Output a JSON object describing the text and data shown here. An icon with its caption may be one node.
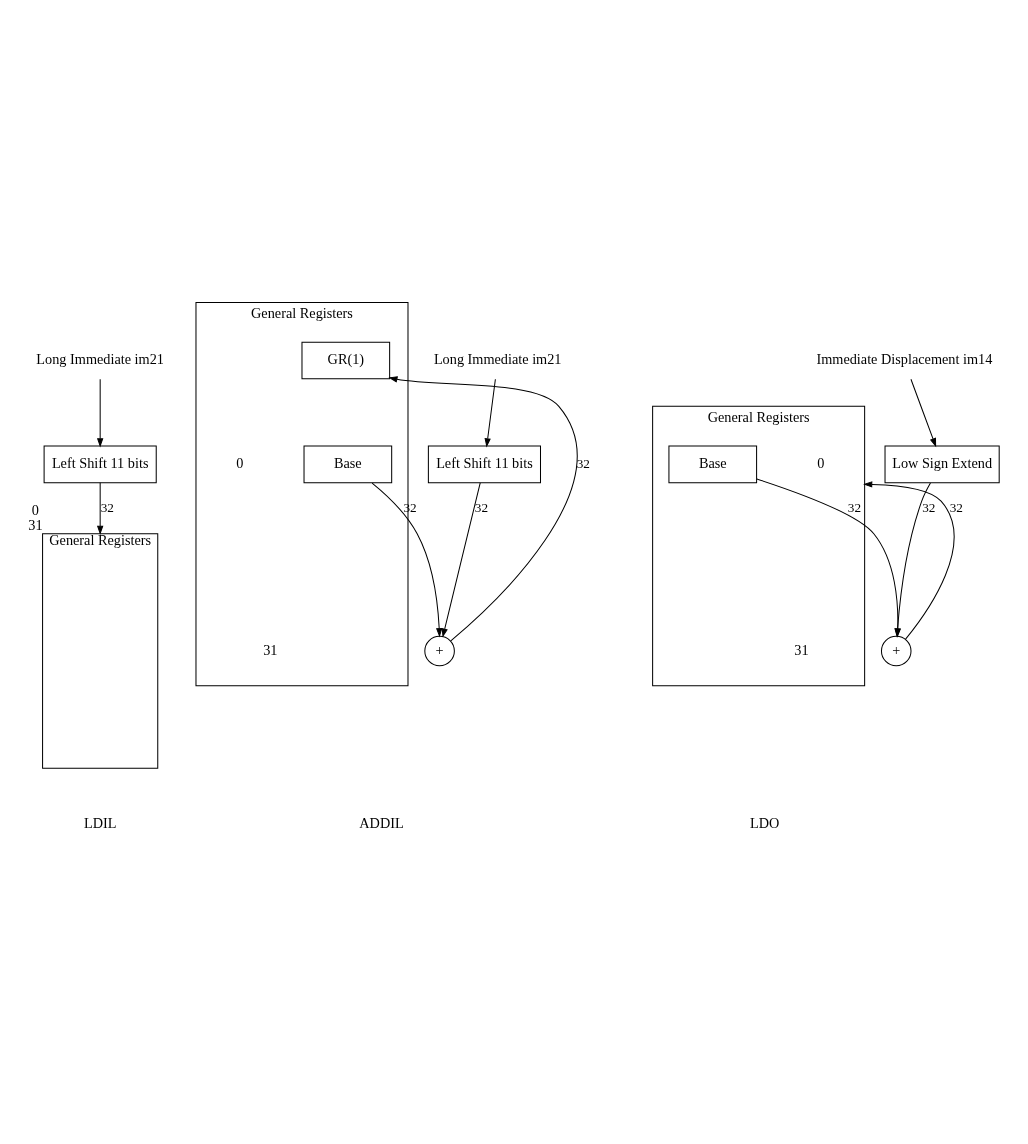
{
  "diagram": {
    "nodes": [
      {
        "text": [
          "Long Immediate im21"
        ]
      },
      {
        "text": [
          "Left Shift 11 bits"
        ]
      },
      {
        "text": [
          "General Registers"
        ],
        "beside": [
          "0",
          "31"
        ]
      },
      {
        "text": [
          "General Registers"
        ],
        "beside": [
          "0",
          "31"
        ]
      },
      {
        "text": [
          "GR(1)"
        ],
        "in": 3
      },
      {
        "text": [
          "Base"
        ],
        "in": 3
      },
      {
        "text": [
          "Long Immediate im21"
        ]
      },
      {
        "text": [
          "Left Shift 11 bits"
        ]
      },
      {
        "text": [
          "+"
        ]
      },
      {
        "text": [
          "General Registers"
        ],
        "beside": [
          "0",
          "31"
        ]
      },
      {
        "text": [
          "Base"
        ],
        "in": 9
      },
      {
        "text": [
          "Immediate Displacement im14"
        ]
      },
      {
        "text": [
          "Low Sign Extend"
        ]
      },
      {
        "text": [
          "+"
        ]
      }
    ],
    "edges": [
      {
        "from": 0,
        "to": 1,
        "arrow": "to"
      },
      {
        "from": 1,
        "to": 2,
        "arrow": "to",
        "label": "32"
      },
      {
        "from": 6,
        "to": 7,
        "arrow": "to"
      },
      {
        "from": 7,
        "to": 8,
        "arrow": "to",
        "label": "32"
      },
      {
        "from": 5,
        "to": 8,
        "arrow": "to",
        "label": "32"
      },
      {
        "from": 8,
        "to": 4,
        "arrow": "to",
        "label": "32"
      },
      {
        "from": 11,
        "to": 12,
        "arrow": "to"
      },
      {
        "from": 12,
        "to": 13,
        "arrow": "to",
        "label": "32"
      },
      {
        "from": 10,
        "to": 13,
        "arrow": "to",
        "label": "32"
      },
      {
        "from": 13,
        "to": 9,
        "arrow": "to",
        "label": "32"
      }
    ],
    "labels": [
      "LDIL",
      "ADDIL",
      "LDO"
    ]
  }
}
